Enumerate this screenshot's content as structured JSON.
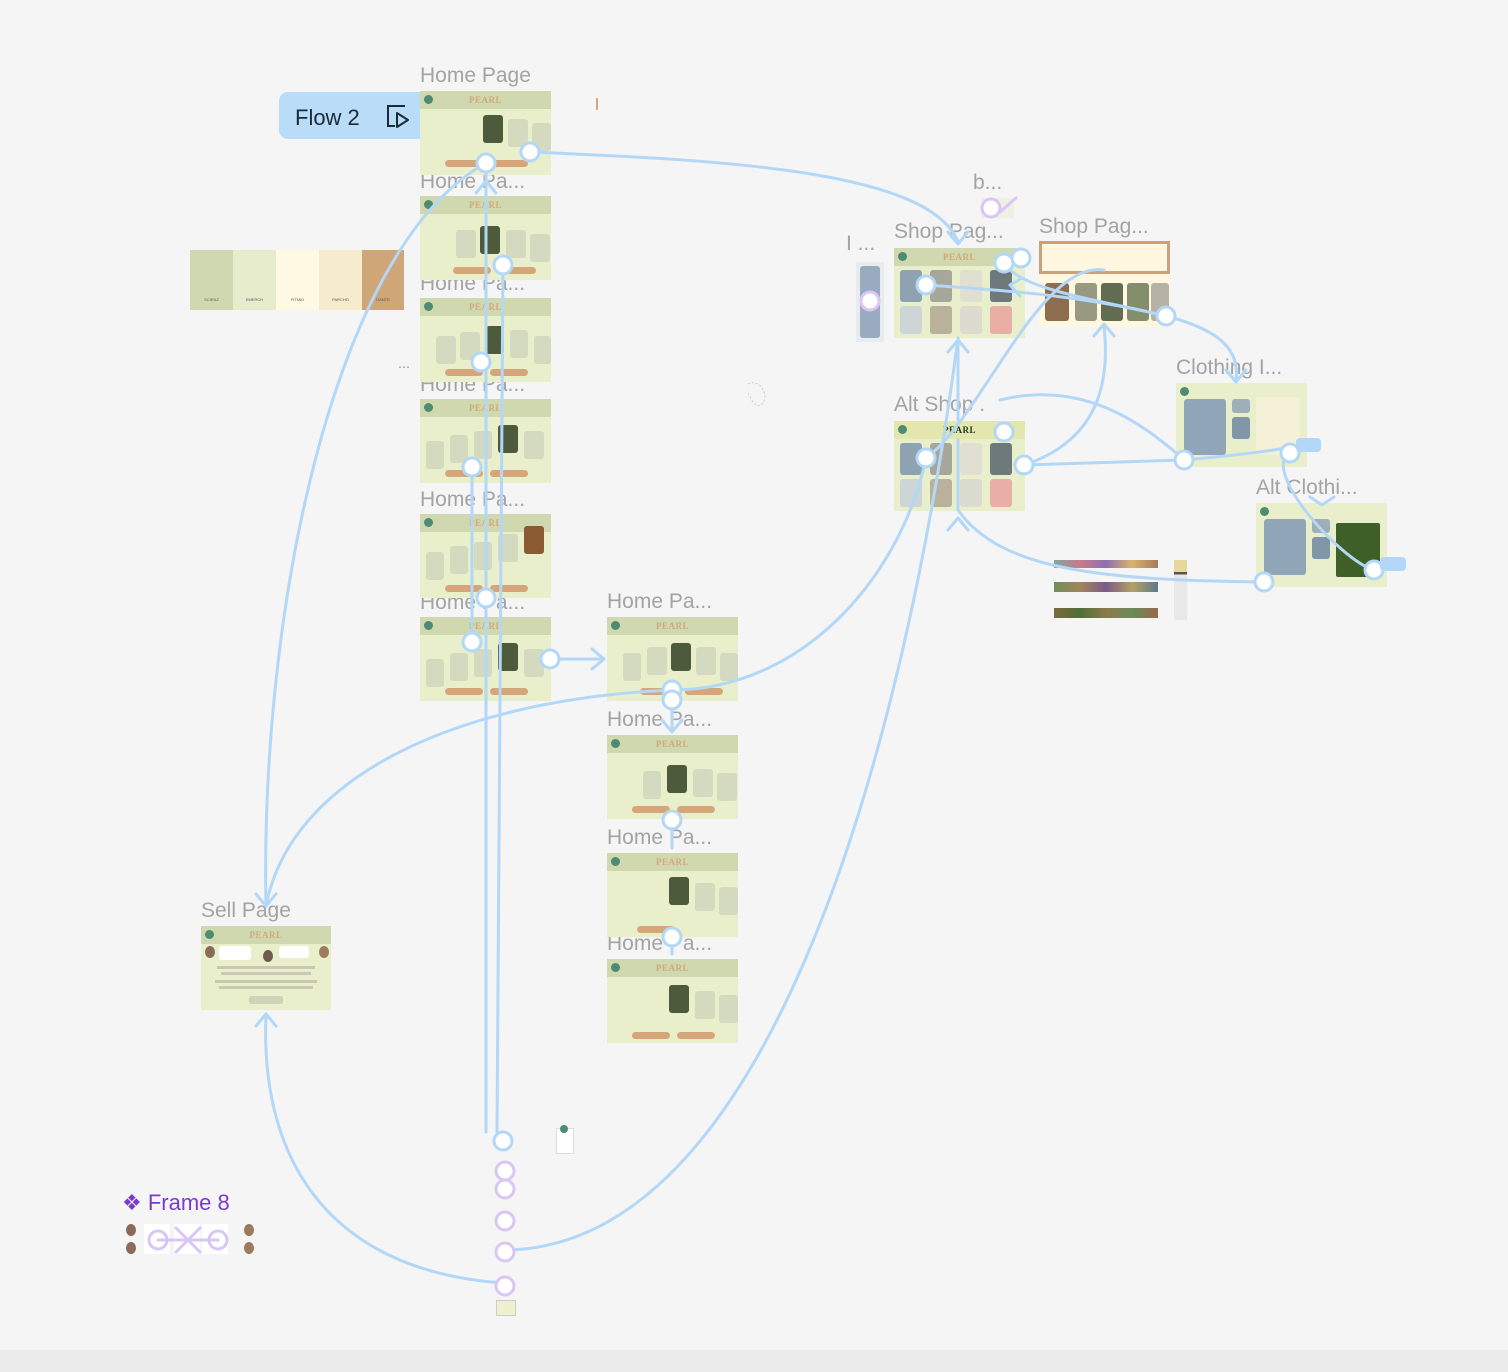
{
  "frames": {
    "home_page": "Home Page",
    "home_pa_1": "Home Pa...",
    "home_pa_2": "Home Pa...",
    "home_pa_3": "Home Pa...",
    "home_pa_4": "Home Pa...",
    "home_pa_5": "Home Pa...",
    "home_pa_right_1": "Home Pa...",
    "home_pa_right_2": "Home Pa...",
    "home_pa_right_3": "Home Pa...",
    "home_pa_right_4": "Home Pa...",
    "shop_pag_1": "Shop Pag...",
    "shop_pag_2": "Shop Pag...",
    "alt_shop": "Alt Shop .",
    "clothing": "Clothing I...",
    "alt_clothing": "Alt Clothi...",
    "sell_page": "Sell Page",
    "b_frame": "b...",
    "i_frame": "I ..."
  },
  "brand": "PEARL",
  "alt_brand": "PEARL",
  "flow": {
    "label": "Flow 2",
    "icon": "play-flow-icon"
  },
  "component": {
    "label": "Frame 8",
    "icon": "component-icon"
  },
  "colors": {
    "connector": "#b3d7f7",
    "frame_bg": "#eaefcb",
    "header": "#cfd8af",
    "accent": "#d6a67a",
    "component": "#7a3ccc",
    "canvas": "#f5f5f5"
  },
  "palette": [
    {
      "name": "SCIENZ",
      "color": "#cfd8b0"
    },
    {
      "name": "EMERCH",
      "color": "#e7eccd"
    },
    {
      "name": "FITMID",
      "color": "#fdf9e3"
    },
    {
      "name": "PARCHO",
      "color": "#f6ebcc"
    },
    {
      "name": "DANTE",
      "color": "#cfa678"
    }
  ]
}
